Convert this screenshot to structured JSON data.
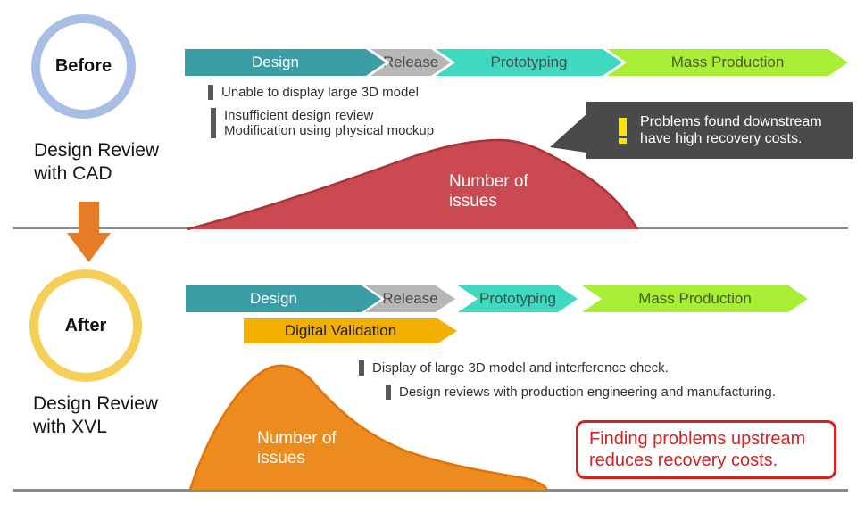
{
  "process_steps": [
    {
      "label": "Design"
    },
    {
      "label": "Release"
    },
    {
      "label": "Prototyping"
    },
    {
      "label": "Mass Production"
    }
  ],
  "before": {
    "badge": "Before",
    "side_label_line1": "Design Review",
    "side_label_line2": "with CAD",
    "notes": {
      "note1": "Unable to display large 3D model",
      "note2_line1": "Insufficient design review",
      "note2_line2": "Modification using physical mockup"
    },
    "curve_label_line1": "Number of",
    "curve_label_line2": "issues",
    "callout": {
      "icon": "exclamation",
      "line1": "Problems found downstream",
      "line2": "have high recovery costs."
    }
  },
  "after": {
    "badge": "After",
    "side_label_line1": "Design Review",
    "side_label_line2": "with XVL",
    "digital_validation_label": "Digital Validation",
    "notes": {
      "note1": "Display of large 3D model and interference check.",
      "note2": "Design reviews with production engineering and manufacturing."
    },
    "curve_label_line1": "Number of",
    "curve_label_line2": "issues",
    "result_box": {
      "line1": "Finding problems upstream",
      "line2": "reduces recovery costs."
    }
  },
  "colors": {
    "design_step": "#3B9DA5",
    "release_step": "#B7B7B7",
    "prototyping_step": "#3FD9C0",
    "mass_production_step": "#A8EE35",
    "digital_validation": "#F3B000",
    "before_curve_fill": "#CB4A52",
    "before_curve_stroke": "#A93439",
    "after_curve_fill": "#EC8C1E",
    "after_curve_stroke": "#DE740B",
    "transition_arrow": "#E57C28",
    "callout_bg": "#4A4A4A",
    "exclamation_yellow": "#F6E50A",
    "result_box_red": "#D32222",
    "before_ring": "#A9BEE6",
    "after_ring": "#F6CF59",
    "baseline_gray": "#8A8A8A"
  }
}
